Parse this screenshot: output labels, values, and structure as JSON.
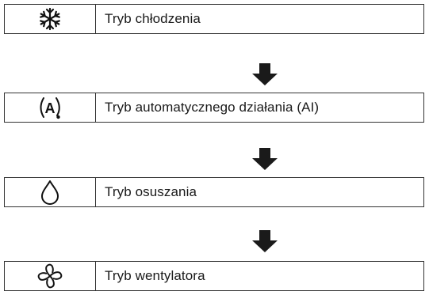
{
  "steps": [
    {
      "icon": "snowflake-icon",
      "label": "Tryb chłodzenia"
    },
    {
      "icon": "auto-a-icon",
      "label": "Tryb automatycznego działania (AI)"
    },
    {
      "icon": "water-drop-icon",
      "label": "Tryb osuszania"
    },
    {
      "icon": "fan-icon",
      "label": "Tryb wentylatora"
    }
  ],
  "auto_icon_letter": "A",
  "colors": {
    "border": "#333333",
    "arrow": "#1a1a1a",
    "icon": "#111111"
  }
}
